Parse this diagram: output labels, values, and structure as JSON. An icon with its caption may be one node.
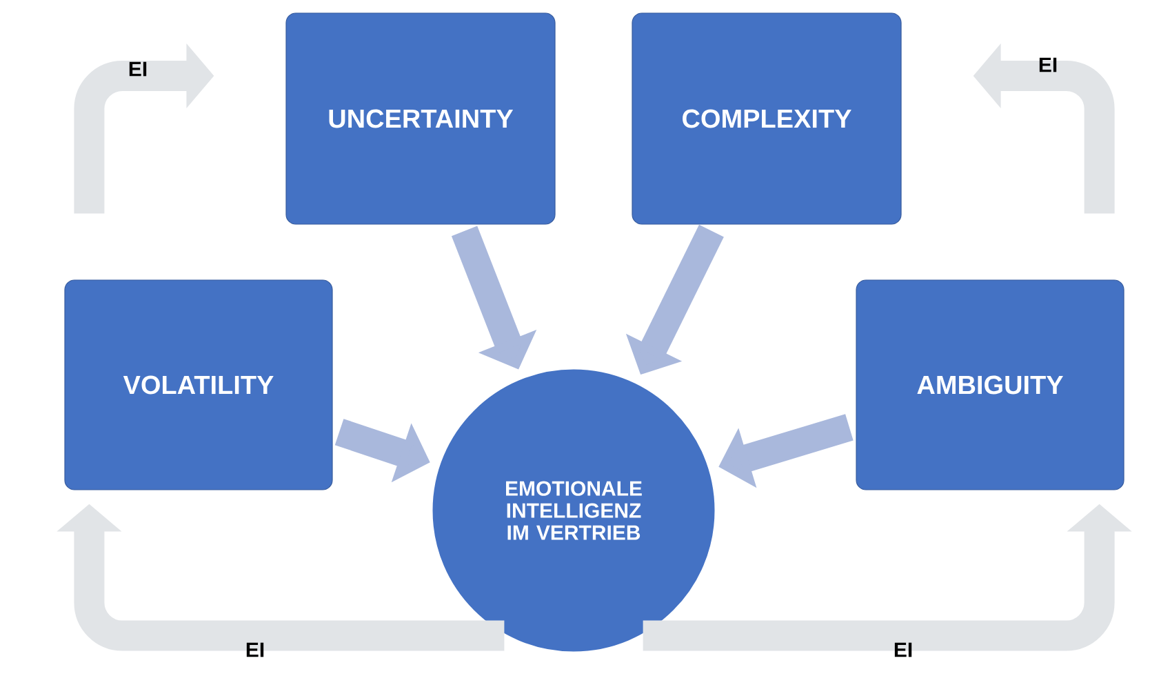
{
  "diagram": {
    "nodes": [
      {
        "text": [
          "UNCERTAINTY"
        ]
      },
      {
        "text": [
          "COMPLEXITY"
        ]
      },
      {
        "text": [
          "VOLATILITY"
        ]
      },
      {
        "text": [
          "AMBIGUITY"
        ]
      },
      {
        "text": [
          "EMOTIONALE INTELLIGENZ IM VERTRIEB"
        ]
      }
    ],
    "edges": [
      {
        "from": 0,
        "to": 4,
        "arrow": "to",
        "color": "#a9b8dc"
      },
      {
        "from": 1,
        "to": 4,
        "arrow": "to",
        "color": "#a9b8dc"
      },
      {
        "from": 2,
        "to": 4,
        "arrow": "to",
        "color": "#a9b8dc"
      },
      {
        "from": 3,
        "to": 4,
        "arrow": "to",
        "color": "#a9b8dc"
      },
      {
        "from": 2,
        "to": 0,
        "arrow": "to",
        "label": "EI",
        "color": "#e1e4e7"
      },
      {
        "from": 3,
        "to": 1,
        "arrow": "to",
        "label": "EI",
        "color": "#e1e4e7"
      },
      {
        "from": 4,
        "to": 2,
        "arrow": "to",
        "label": "EI",
        "color": "#e1e4e7"
      },
      {
        "from": 4,
        "to": 3,
        "arrow": "to",
        "label": "EI",
        "color": "#e1e4e7"
      }
    ]
  }
}
